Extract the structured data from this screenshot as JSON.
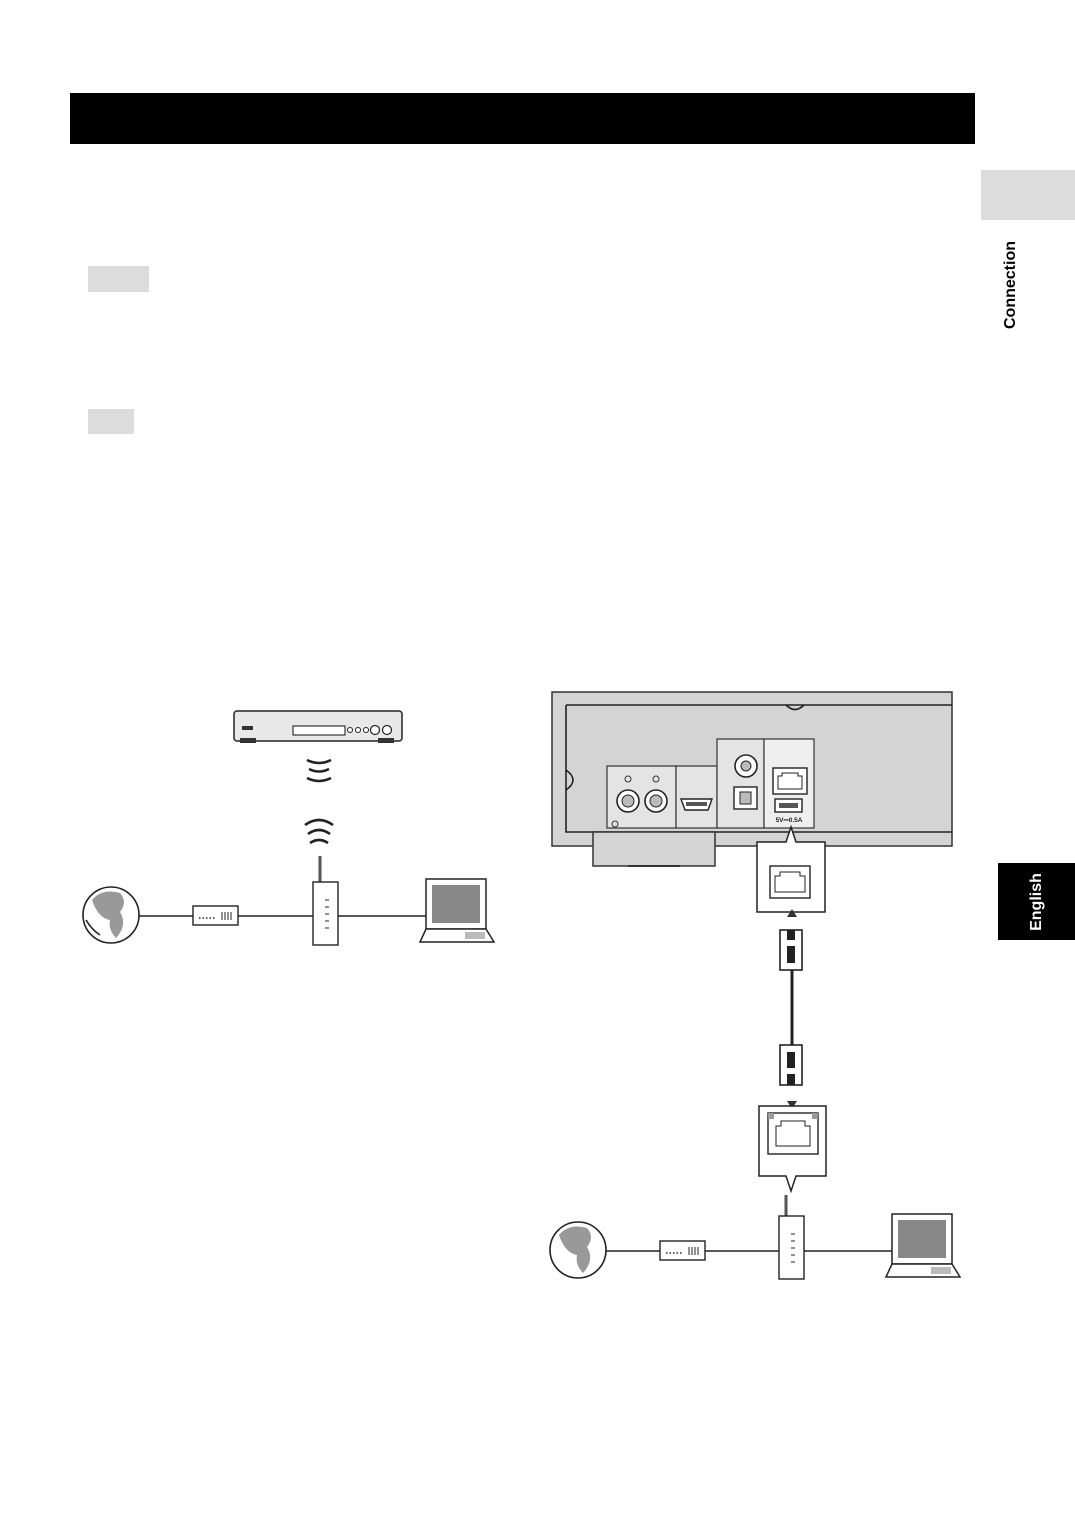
{
  "side_tabs": {
    "section_label": "Connection",
    "language_label": "English"
  },
  "rear_panel": {
    "usb_rating": "5V⎓0.5A"
  },
  "icons": [
    "globe-icon",
    "modem-icon",
    "router-icon",
    "laptop-icon",
    "wireless-wave-icon",
    "ethernet-port-icon",
    "ethernet-plug-icon"
  ]
}
